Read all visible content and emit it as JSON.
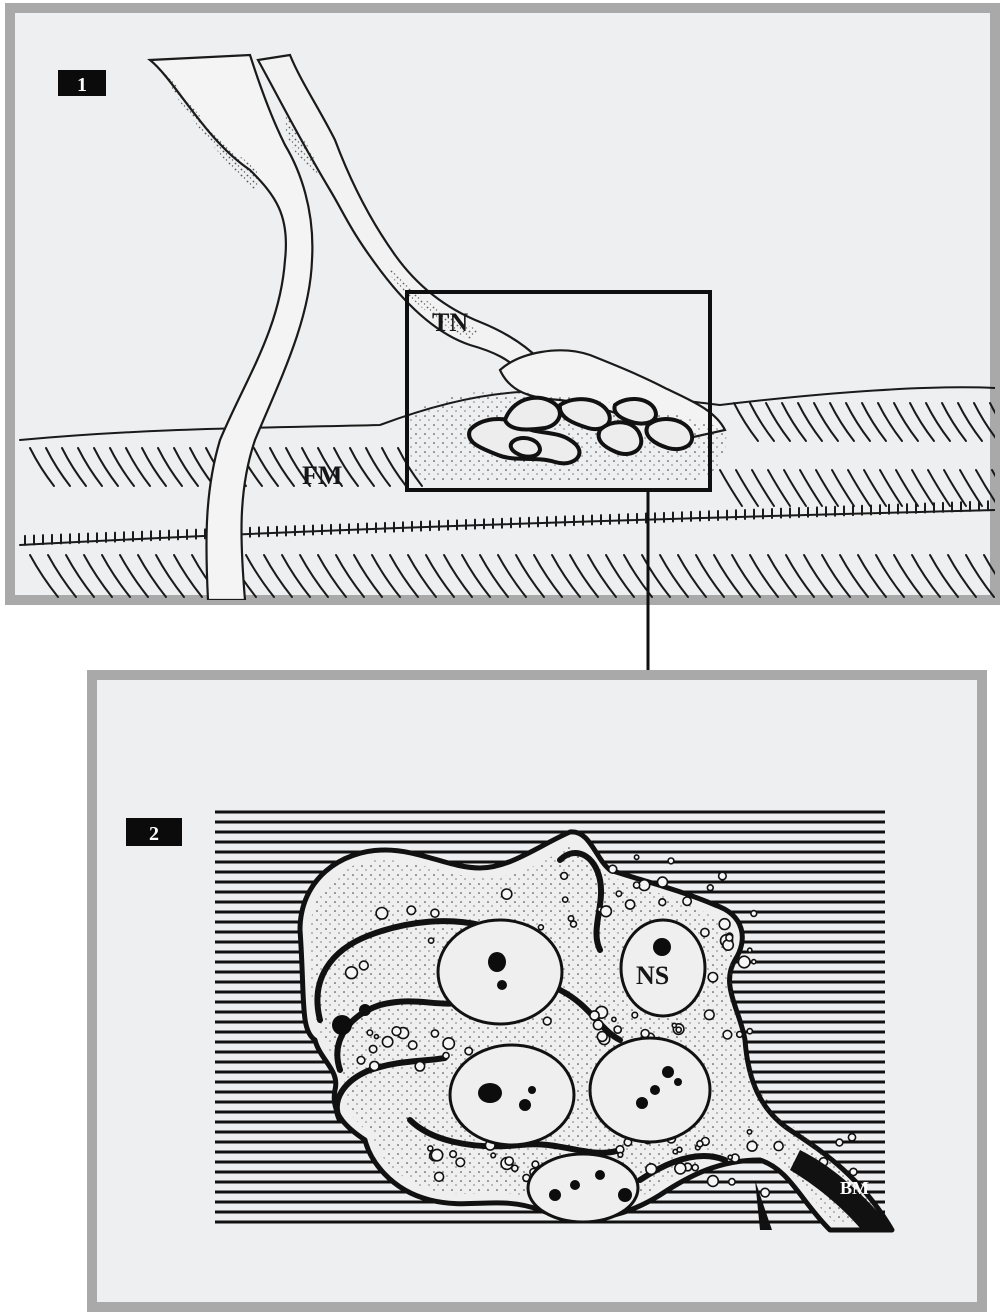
{
  "panel_1": {
    "badge": "1",
    "labels": {
      "terminal_nerve": "TN",
      "muscle_fiber": "FM"
    }
  },
  "panel_2": {
    "badge": "2",
    "labels": {
      "nuclei": "NS",
      "basement_membrane": "BM"
    }
  },
  "colors": {
    "panel_border": "#a9a9a9",
    "panel_fill": "#eeeff0",
    "ink": "#111111"
  }
}
